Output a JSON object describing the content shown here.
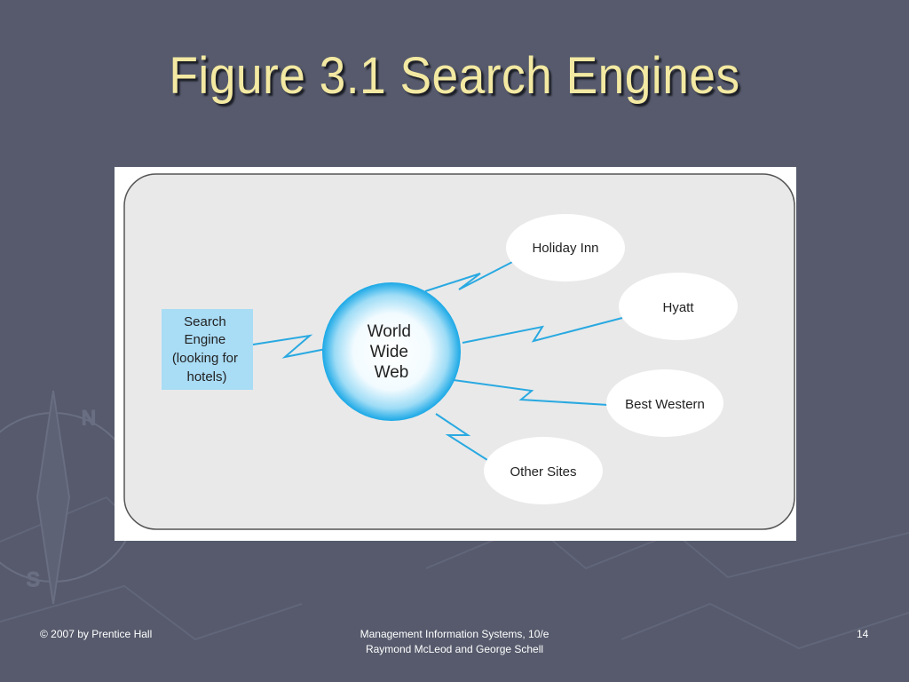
{
  "slide": {
    "title": "Figure 3.1 Search Engines"
  },
  "diagram": {
    "search_engine_lines": [
      "Search",
      "Engine",
      "(looking for",
      "hotels)"
    ],
    "hub_lines": [
      "World",
      "Wide",
      "Web"
    ],
    "sites": [
      "Holiday Inn",
      "Hyatt",
      "Best Western",
      "Other Sites"
    ]
  },
  "footer": {
    "copyright": "© 2007 by Prentice Hall",
    "book_title": "Management Information Systems, 10/e",
    "authors": "Raymond McLeod and George Schell",
    "page_number": "14"
  },
  "colors": {
    "background": "#565a6c",
    "title": "#f3e9a2",
    "search_box": "#a9dcf5",
    "connector": "#29a9e1",
    "hub_edge": "#1aa8e6"
  }
}
